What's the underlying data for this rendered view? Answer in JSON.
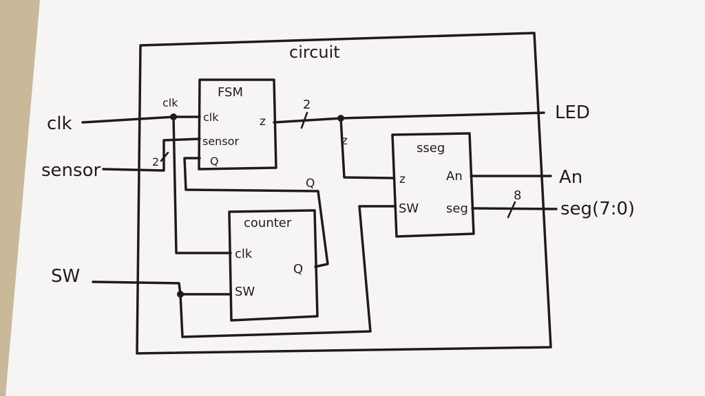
{
  "colors": {
    "paper": "#f7f5f3",
    "background": "#c9b998",
    "ink": "#1f1b1a"
  },
  "diagram": {
    "title": "circuit",
    "inputs": {
      "clk": "clk",
      "sensor": "sensor",
      "sw": "SW"
    },
    "outputs": {
      "led": "LED",
      "an": "An",
      "seg": "seg(7:0)"
    },
    "fsm": {
      "title": "FSM",
      "port_clk": "clk",
      "port_sensor": "sensor",
      "port_q": "Q",
      "port_z": "z"
    },
    "counter": {
      "title": "counter",
      "port_clk": "clk",
      "port_sw": "SW",
      "port_q": "Q"
    },
    "sseg": {
      "title": "sseg",
      "port_z": "z",
      "port_sw": "SW",
      "port_an": "An",
      "port_seg": "seg"
    },
    "wire_labels": {
      "clk_net": "clk",
      "z_net": "z",
      "q_net": "Q"
    },
    "bus_widths": {
      "z_bus": "2",
      "sensor_bus": "2",
      "seg_bus": "8"
    }
  }
}
